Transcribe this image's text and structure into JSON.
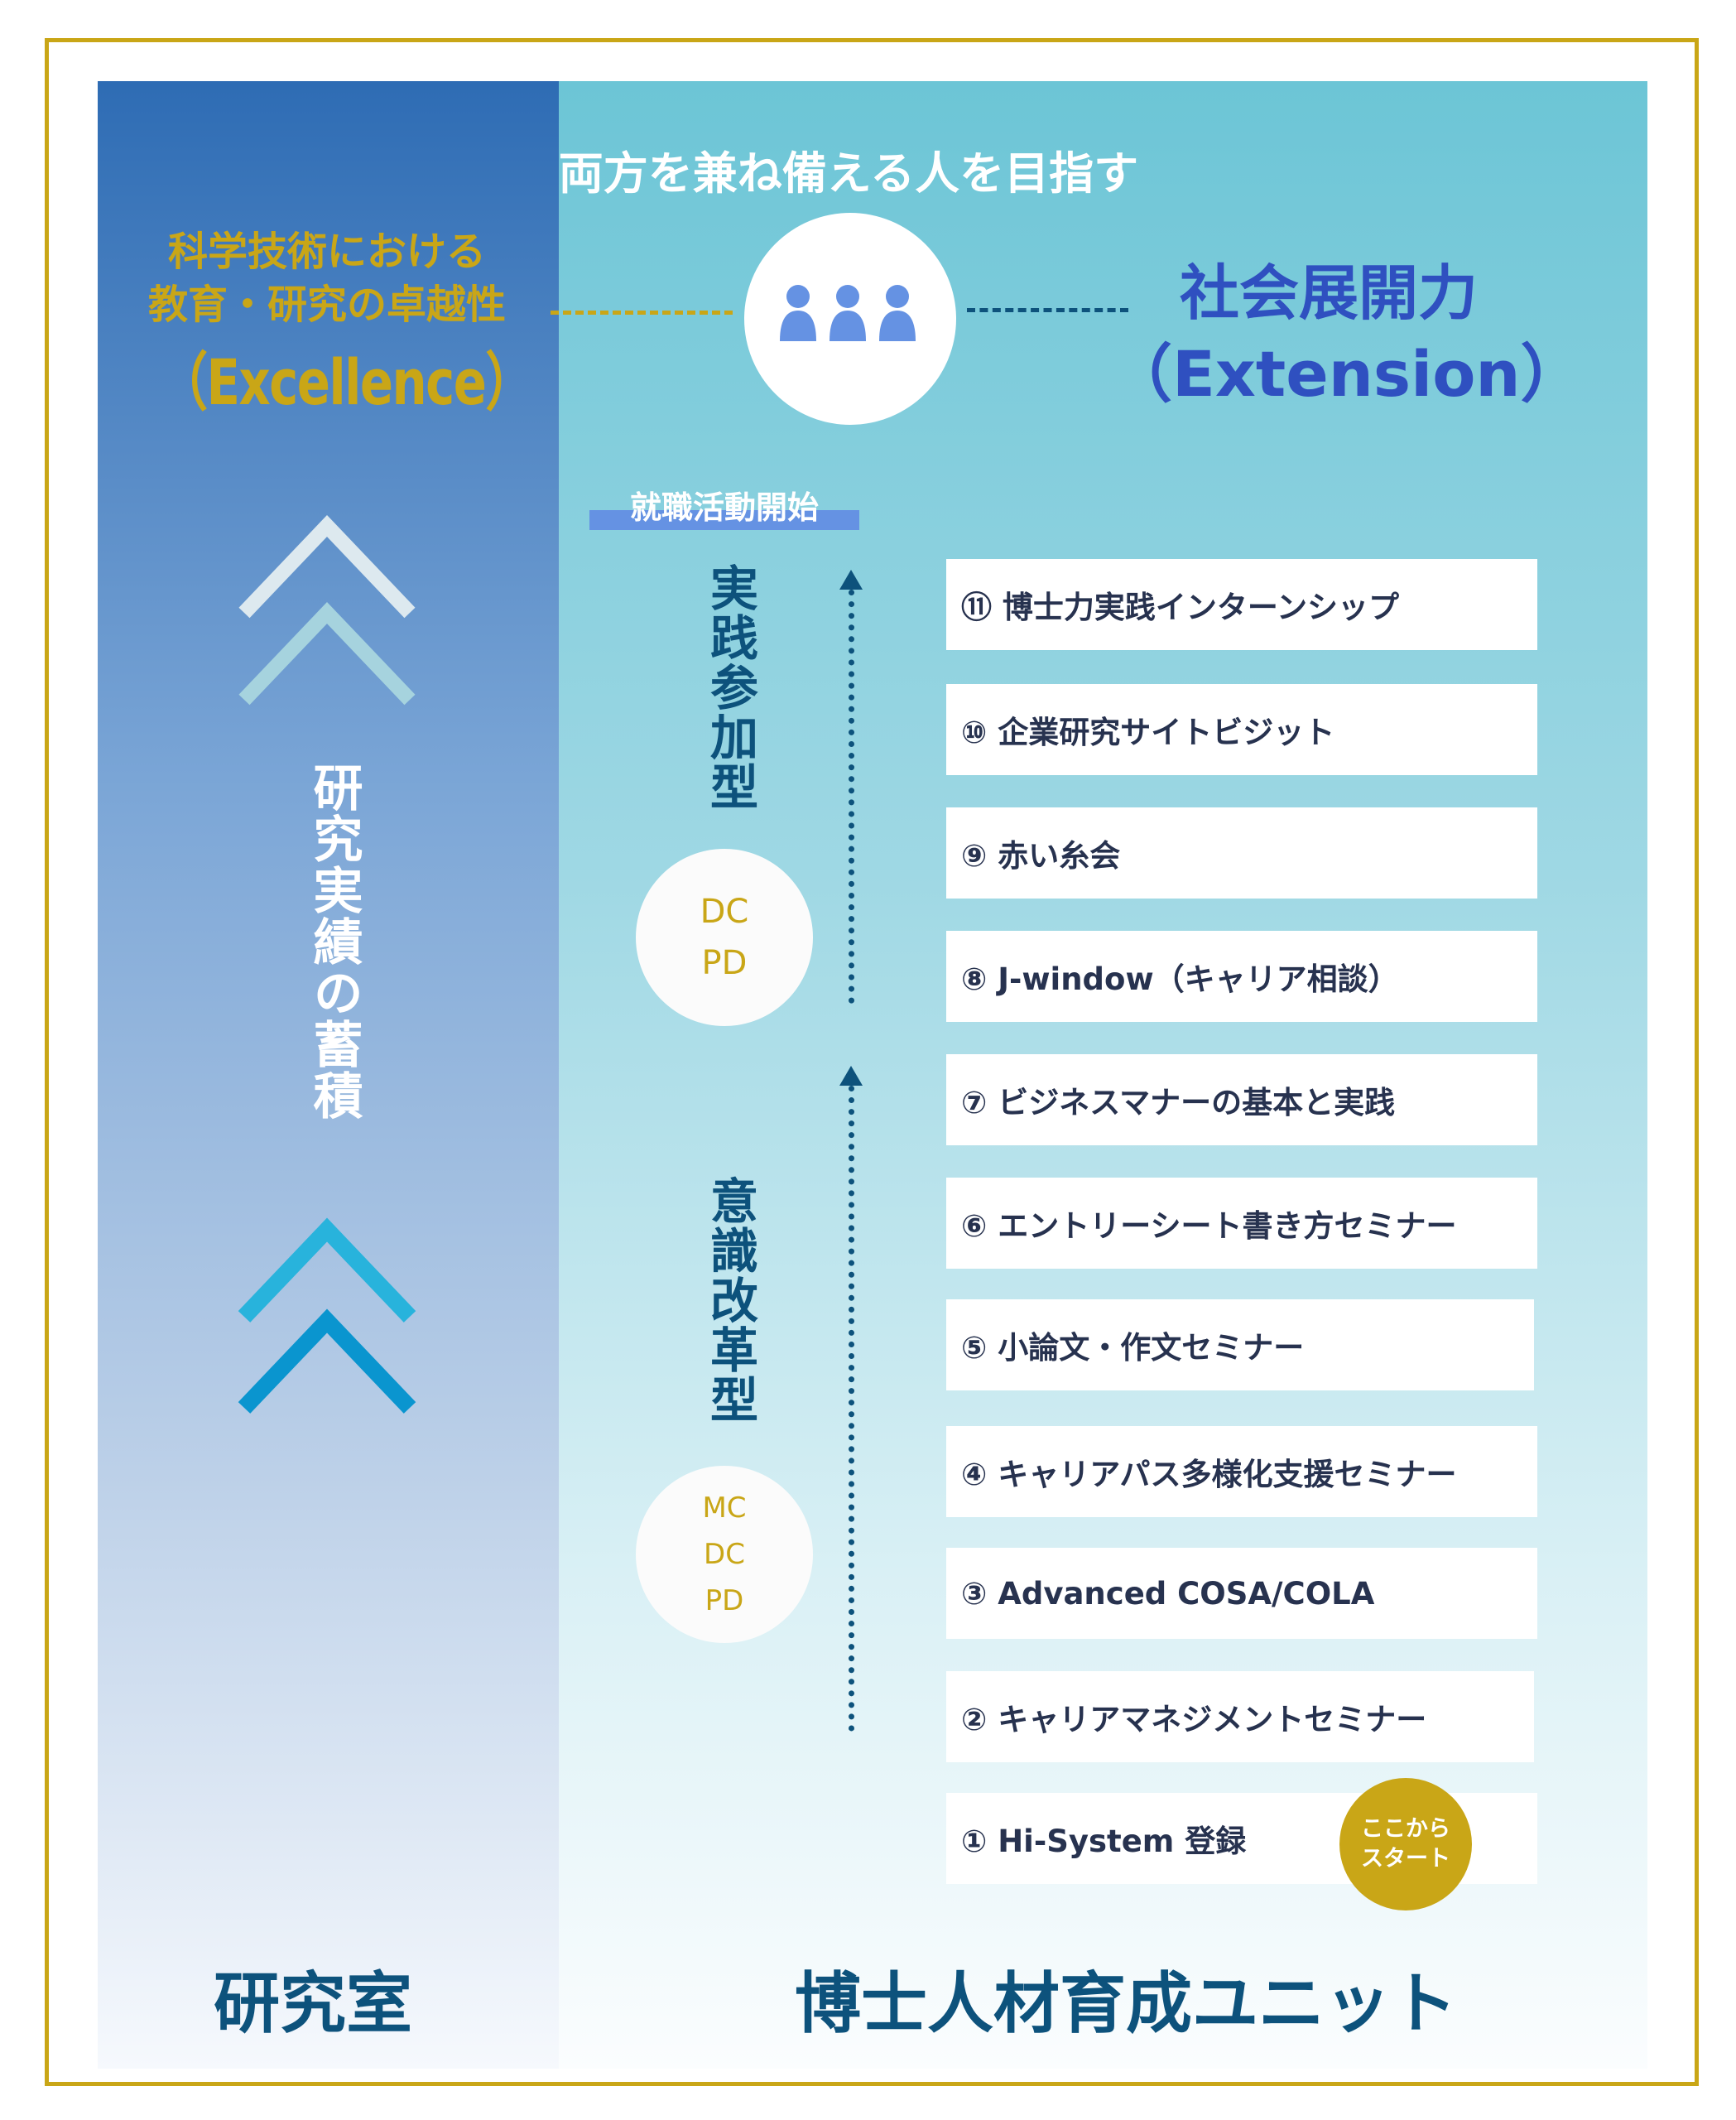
{
  "title": "両方を兼ね備える人を目指す",
  "excellence": {
    "line1": "科学技術における",
    "line2": "教育・研究の卓越性",
    "en": "（Excellence）"
  },
  "extension": {
    "label": "社会展開力",
    "en": "（Extension）"
  },
  "job_hunting": "就職活動開始",
  "left_vertical": "研究実績の蓄積",
  "phase_practice": {
    "label": "実践参加型",
    "badge": [
      "DC",
      "PD"
    ]
  },
  "phase_awareness": {
    "label": "意識改革型",
    "badge": [
      "MC",
      "DC",
      "PD"
    ]
  },
  "items": [
    "⑪ 博士力実践インターンシップ",
    "⑩ 企業研究サイトビジット",
    "⑨ 赤い糸会",
    "⑧ J-window（キャリア相談）",
    "⑦ ビジネスマナーの基本と実践",
    "⑥ エントリーシート書き方セミナー",
    "⑤ 小論文・作文セミナー",
    "④ キャリアパス多様化支援セミナー",
    "③ Advanced COSA/COLA",
    "② キャリアマネジメントセミナー",
    "① Hi-System 登録"
  ],
  "start_badge": {
    "line1": "ここから",
    "line2": "スタート"
  },
  "footer": {
    "left": "研究室",
    "right": "博士人材育成ユニット"
  },
  "colors": {
    "gold": "#c9a617",
    "navy": "#0d527c",
    "blue": "#2f50c0"
  }
}
